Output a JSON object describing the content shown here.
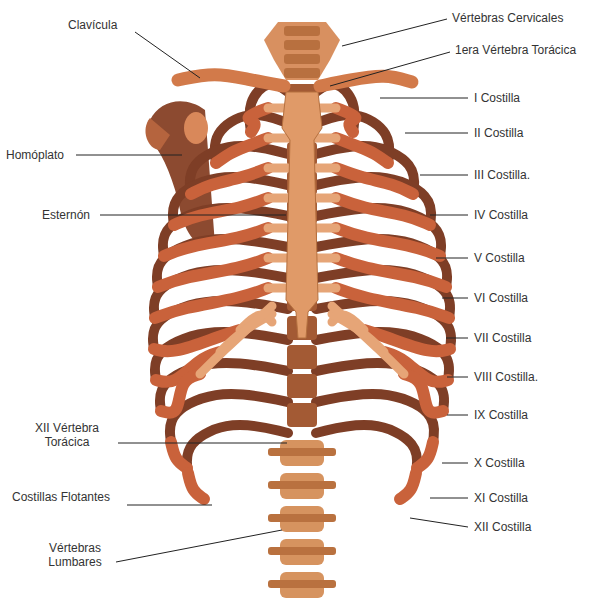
{
  "diagram": {
    "labels": [
      "Clavícula",
      "Vértebras Cervicales",
      "1era Vértebra Torácica",
      "I Costilla",
      "II Costilla",
      "III Costilla.",
      "IV Costilla",
      "V Costilla",
      "VI Costilla",
      "VII Costilla",
      "VIII Costilla.",
      "IX Costilla",
      "X Costilla",
      "XI Costilla",
      "XII Costilla",
      "Homóplato",
      "Esternón",
      "XII Vértebra Torácica",
      "Costillas Flotantes",
      "Vértebras Lumbares"
    ]
  }
}
